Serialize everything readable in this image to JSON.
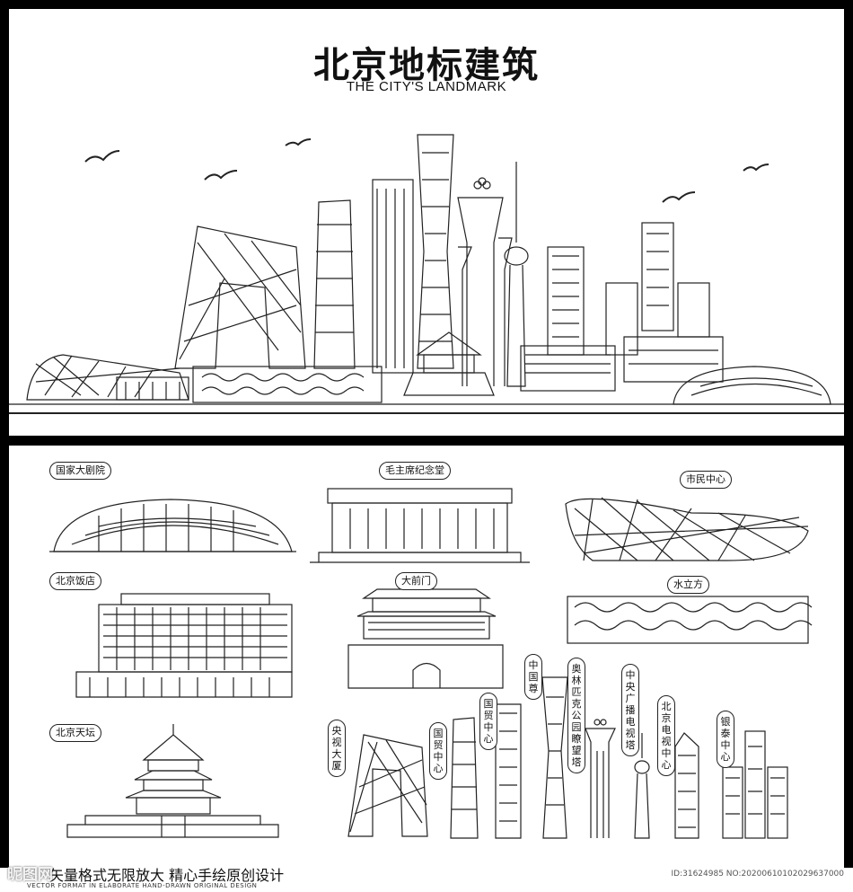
{
  "header": {
    "title": "北京地标建筑",
    "subtitle": "THE CITY'S LANDMARK"
  },
  "landmarks": {
    "national_theatre": "国家大剧院",
    "mausoleum": "毛主席纪念堂",
    "civic_center": "市民中心",
    "beijing_hotel": "北京饭店",
    "qianmen": "大前门",
    "water_cube": "水立方",
    "temple_of_heaven": "北京天坛",
    "cctv": "央视大厦",
    "cwtc": "国贸中心",
    "cwtc2": "国贸中心",
    "china_zun": "中国尊",
    "olympic_tower": "奥林匹克公园瞭望塔",
    "cctv_tower": "中央广播电视塔",
    "beijing_tv": "北京电视中心",
    "yintai": "银泰中心"
  },
  "footer": {
    "cn": "矢量格式无限放大  精心手绘原创设计",
    "en": "VECTOR FORMAT IN ELABORATE HAND-DRAWN ORIGINAL DESIGN",
    "watermark": "昵图网",
    "id_text": "ID:31624985 NO:20200610102029637000"
  },
  "colors": {
    "ink": "#222222",
    "background": "#ffffff",
    "frame": "#000000"
  }
}
